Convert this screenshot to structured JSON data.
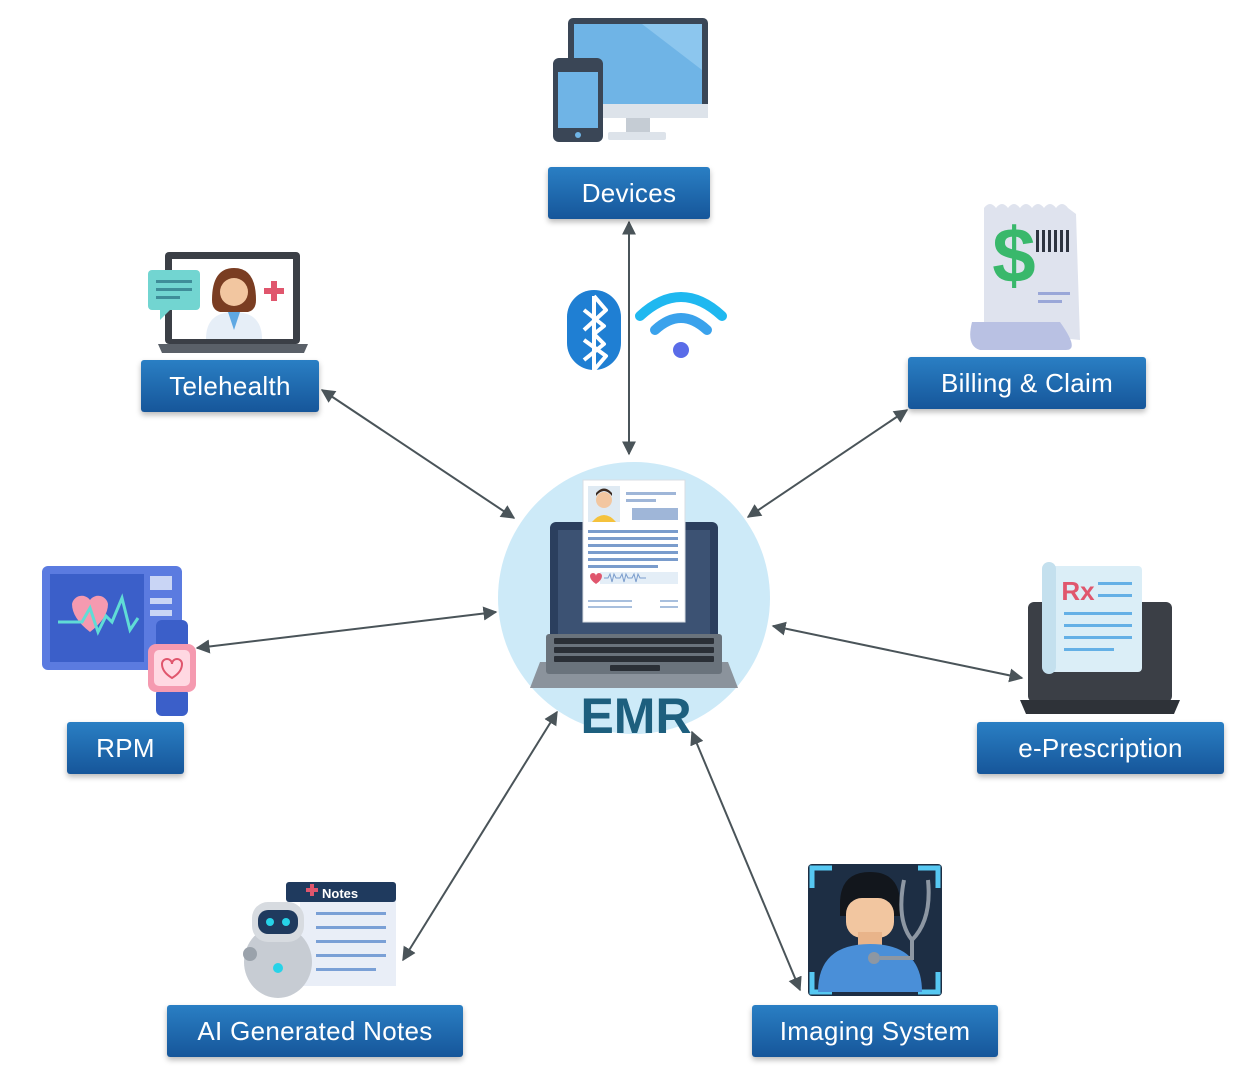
{
  "center": {
    "label": "EMR"
  },
  "nodes": {
    "devices": "Devices",
    "telehealth": "Telehealth",
    "billing": "Billing & Claim",
    "rpm": "RPM",
    "eprescription": "e-Prescription",
    "ai_notes": "AI Generated Notes",
    "imaging": "Imaging System"
  },
  "icon_text": {
    "notes_tab": "Notes",
    "dollar": "$",
    "rx": "Rx"
  },
  "colors": {
    "label_fill": "#1f6db3",
    "center_circle": "#cdeaf8",
    "emr_text": "#1d5f7e",
    "arrow": "#4a5459"
  }
}
